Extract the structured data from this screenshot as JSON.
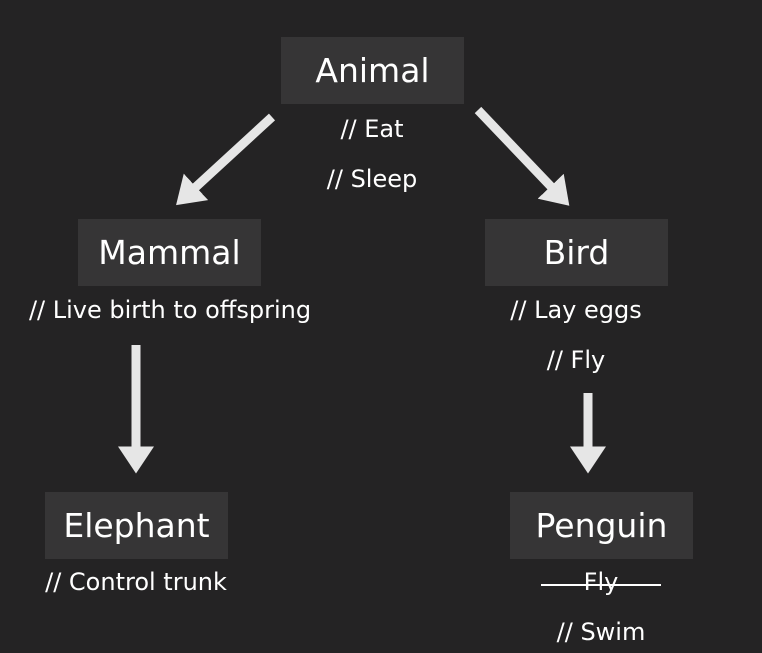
{
  "nodes": {
    "animal": {
      "label": "Animal",
      "notes": [
        "// Eat",
        "// Sleep"
      ]
    },
    "mammal": {
      "label": "Mammal",
      "notes": [
        "// Live birth to offspring"
      ]
    },
    "bird": {
      "label": "Bird",
      "notes": [
        "// Lay eggs",
        "// Fly"
      ]
    },
    "elephant": {
      "label": "Elephant",
      "notes": [
        "// Control trunk"
      ]
    },
    "penguin": {
      "label": "Penguin",
      "struck_note": "Fly",
      "notes": [
        "// Swim"
      ]
    }
  },
  "edges": [
    {
      "from": "Animal",
      "to": "Mammal"
    },
    {
      "from": "Animal",
      "to": "Bird"
    },
    {
      "from": "Mammal",
      "to": "Elephant"
    },
    {
      "from": "Bird",
      "to": "Penguin"
    }
  ],
  "colors": {
    "background": "#242324",
    "node_fill": "#363536",
    "text": "#ffffff",
    "arrow": "#e6e6e6"
  }
}
